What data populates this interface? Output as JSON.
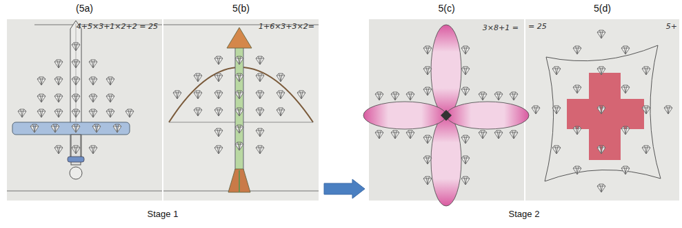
{
  "diagram": {
    "nodes": [
      {
        "text": [
          "(5a)",
          "4+5×3+1×2+2 = 25"
        ]
      },
      {
        "text": [
          "5(b)",
          "1+6×3+3×2="
        ]
      },
      {
        "text": [
          "5(c)",
          "3×8+1 ="
        ]
      },
      {
        "text": [
          "5(d)",
          "= 25",
          "5+"
        ]
      }
    ],
    "edges": [
      {
        "from": 1,
        "to": 2,
        "arrow": "to"
      }
    ],
    "labels": [
      "Stage 1",
      "Stage 2"
    ]
  }
}
